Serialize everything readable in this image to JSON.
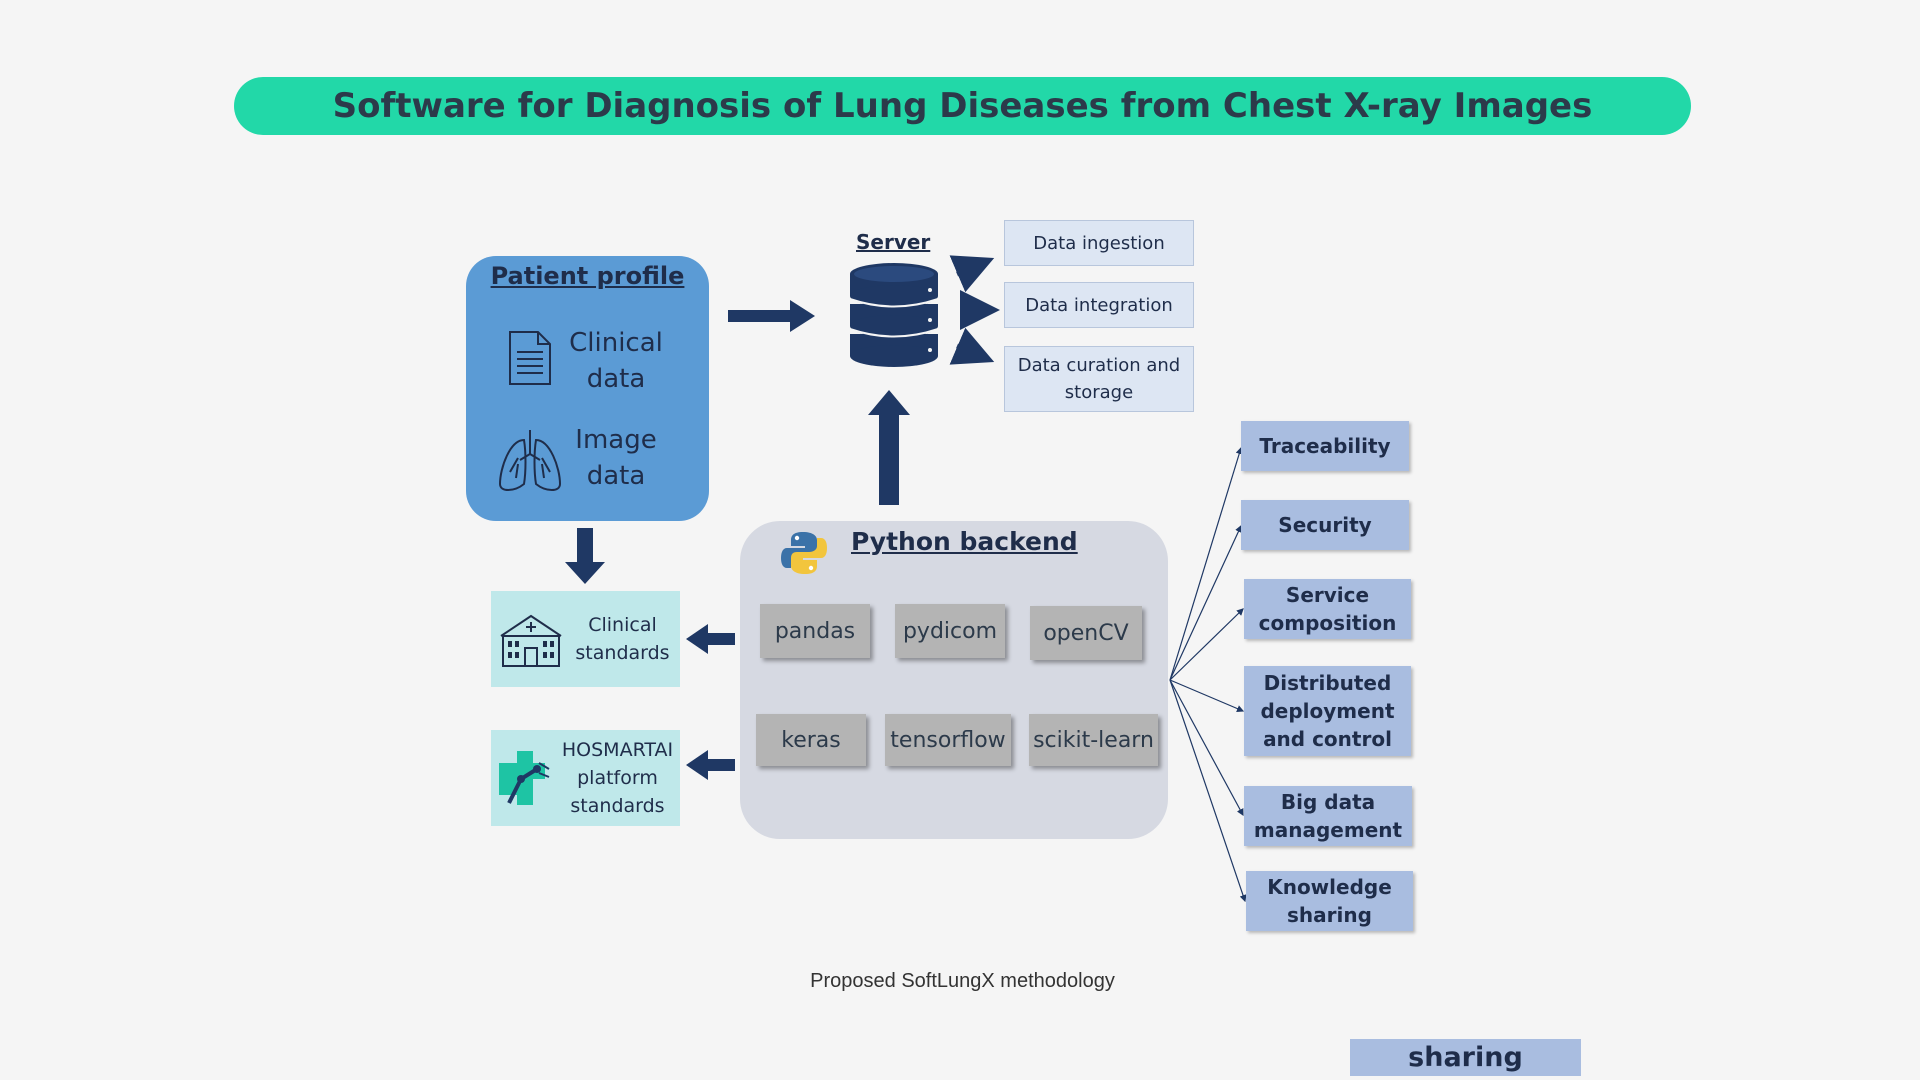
{
  "title": "Software for Diagnosis of Lung Diseases from Chest X-ray Images",
  "patient_profile": {
    "title": "Patient profile",
    "clinical_l1": "Clinical",
    "clinical_l2": "data",
    "image_l1": "Image",
    "image_l2": "data"
  },
  "server": {
    "label": "Server",
    "outputs": [
      "Data ingestion",
      "Data integration",
      "Data curation and",
      "storage"
    ]
  },
  "backend": {
    "title": "Python backend",
    "libs": [
      "pandas",
      "pydicom",
      "openCV",
      "keras",
      "tensorflow",
      "scikit-learn"
    ]
  },
  "standards": {
    "clinical_l1": "Clinical",
    "clinical_l2": "standards",
    "hosmartai_l1": "HOSMARTAI",
    "hosmartai_l2": "platform",
    "hosmartai_l3": "standards"
  },
  "features": {
    "traceability": "Traceability",
    "security": "Security",
    "service_l1": "Service",
    "service_l2": "composition",
    "distributed_l1": "Distributed",
    "distributed_l2": "deployment",
    "distributed_l3": "and control",
    "bigdata_l1": "Big data",
    "bigdata_l2": "management",
    "knowledge_l1": "Knowledge",
    "knowledge_l2": "sharing"
  },
  "caption": "Proposed SoftLungX methodology",
  "bottom_label": "sharing",
  "colors": {
    "title_bar": "#22d8a8",
    "patient_box": "#5b9bd5",
    "arrow": "#1f3864",
    "feature_box": "#a9bde0",
    "standard_box": "#bfe8ea",
    "backend_box": "#d6d9e2"
  }
}
